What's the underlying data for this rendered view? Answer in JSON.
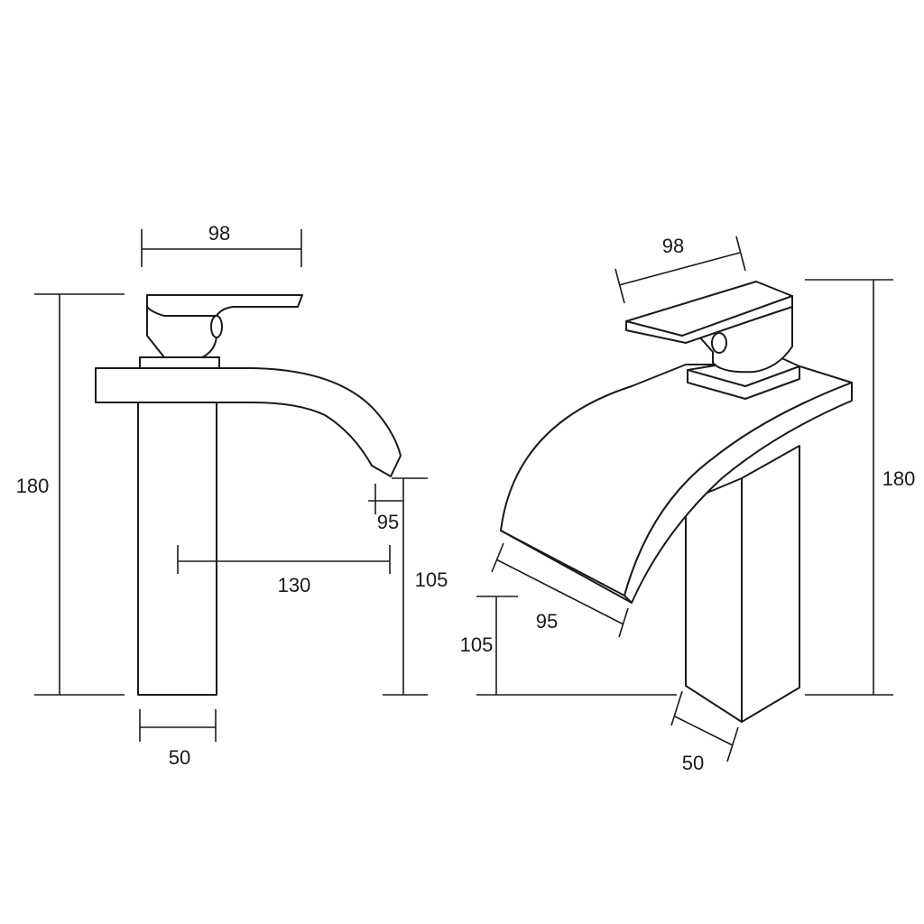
{
  "side_view": {
    "handle_width": "98",
    "total_height": "180",
    "spout_thickness": "95",
    "spout_reach": "130",
    "spout_height": "105",
    "body_width": "50"
  },
  "perspective_view": {
    "handle_width": "98",
    "total_height": "180",
    "spout_width": "95",
    "spout_height": "105",
    "body_width": "50"
  }
}
